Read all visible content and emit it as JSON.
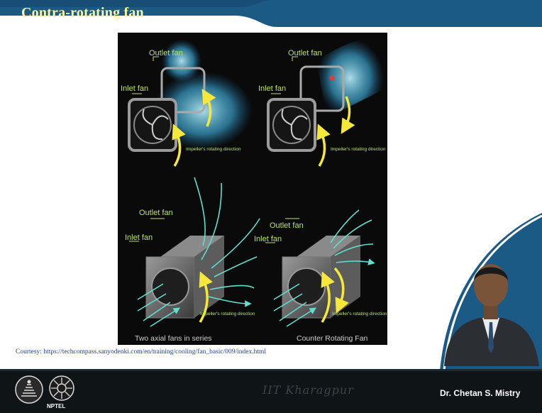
{
  "slide": {
    "title": "Contra-rotating fan",
    "courtesy": "Courtesy: https://techcompass.sanyodenki.com/en/training/cooling/fan_basic/009/index.html"
  },
  "figure": {
    "panels": [
      {
        "outlet_label": "Outlet fan",
        "inlet_label": "Inlet fan",
        "direction_label": "Impeller's rotating direction"
      },
      {
        "outlet_label": "Outlet fan",
        "inlet_label": "Inlet fan",
        "direction_label": "Impeller's rotating direction"
      },
      {
        "outlet_label": "Outlet fan",
        "inlet_label": "Inlet fan",
        "direction_label": "Impeller's rotating direction",
        "caption": "Two axial fans in series"
      },
      {
        "outlet_label": "Outlet fan",
        "inlet_label": "Inlet fan",
        "direction_label": "Impeller's rotating direction",
        "caption": "Counter Rotating Fan"
      }
    ]
  },
  "footer": {
    "logo_label": "NPTEL",
    "watermark": "IIT Kharagpur",
    "presenter": "Dr. Chetan S. Mistry"
  },
  "colors": {
    "header_blue": "#1c5a86",
    "title_yellow": "#fff59d",
    "label_green": "#b9e36a",
    "arrow_yellow": "#f5e83a",
    "airflow_cyan": "#5ee0d0",
    "footer_dark": "#0f1416"
  }
}
